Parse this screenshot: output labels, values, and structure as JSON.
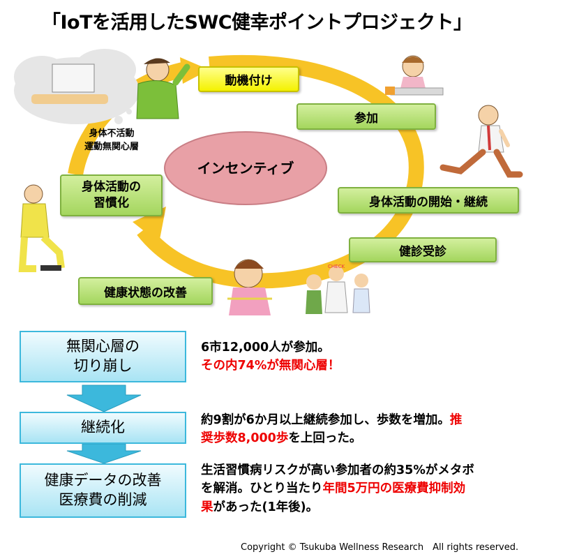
{
  "title": "「IoTを活用したSWC健幸ポイントプロジェクト」",
  "center_label": "インセンティブ",
  "inactive_label_line1": "身体不活動",
  "inactive_label_line2": "運動無関心層",
  "stages": {
    "motivation": "動機付け",
    "participation": "参加",
    "start_activity": "身体活動の開始・継続",
    "health_checkup": "健診受診",
    "health_improvement": "健康状態の改善",
    "habit_line1": "身体活動の",
    "habit_line2": "習慣化"
  },
  "outcomes": [
    {
      "label_line1": "無関心層の",
      "label_line2": "切り崩し",
      "text_line1": "6市12,000人が参加。",
      "text_line2": "その内74%が無関心層！"
    },
    {
      "label_line1": "継続化",
      "text_line1_a": "約9割が6か月以上継続参加し、歩数を増加。",
      "text_line1_b": "推",
      "text_line2_a": "奨歩数8,000歩",
      "text_line2_b": "を上回った。"
    },
    {
      "label_line1": "健康データの改善",
      "label_line2": "医療費の削減",
      "text_line1": "生活習慣病リスクが高い参加者の約35%がメタボ",
      "text_line2_a": "を解消。ひとり当たり",
      "text_line2_b": "年間5万円の医療費抑制効",
      "text_line3_a": "果",
      "text_line3_b": "があった(1年後)。"
    }
  ],
  "copyright": "Copyright © Tsukuba Wellness Research　All rights reserved.",
  "colors": {
    "arrow": "#f7c326",
    "ellipse": "#e8a0a6",
    "stage_green": "#a4d65e",
    "stage_yellow": "#f4f200",
    "flow_blue": "#3cb8dc",
    "highlight_red": "#ee0000"
  }
}
